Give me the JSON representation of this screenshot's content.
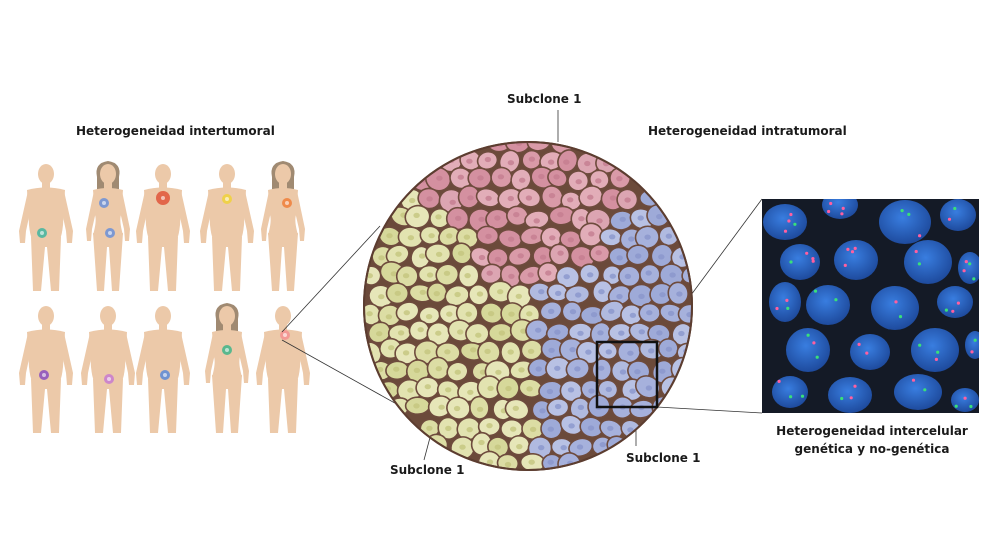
{
  "labels": {
    "intertumoral": "Heterogeneidad intertumoral",
    "intratumoral": "Heterogeneidad intratumoral",
    "subclone_top": "Subclone 1",
    "subclone_bottom_left": "Subclone 1",
    "subclone_bottom_right": "Subclone 1",
    "intercellular_line1": "Heterogeneidad intercelular",
    "intercellular_line2": "genética y no-genética"
  },
  "colors": {
    "skin": "#ecc9a9",
    "hair": "#a08a72",
    "subclone_pink": "#d9a2ae",
    "subclone_yellow": "#dfe0a8",
    "subclone_blue": "#a8b3dc",
    "membrane": "#7a5a4a",
    "micro_bg": "#141a26",
    "nucleus": "#2f6ed4"
  },
  "figures": [
    {
      "row": 1,
      "col": 1,
      "sex": "male",
      "tumor": "#3fb5a0"
    },
    {
      "row": 1,
      "col": 2,
      "sex": "female",
      "tumor": "#6a8fd8"
    },
    {
      "row": 1,
      "col": 3,
      "sex": "male",
      "tumor": "#e0553a"
    },
    {
      "row": 1,
      "col": 4,
      "sex": "male",
      "tumor": "#f0d23a"
    },
    {
      "row": 1,
      "col": 5,
      "sex": "female",
      "tumor": "#f07f3a"
    },
    {
      "row": 2,
      "col": 1,
      "sex": "male",
      "tumor": "#8a4ec0"
    },
    {
      "row": 2,
      "col": 2,
      "sex": "male",
      "tumor": "#c87ad0"
    },
    {
      "row": 2,
      "col": 3,
      "sex": "male",
      "tumor": "#5a8ad8"
    },
    {
      "row": 2,
      "col": 4,
      "sex": "female",
      "tumor": "#3fb58a"
    },
    {
      "row": 2,
      "col": 5,
      "sex": "male",
      "tumor": "#f59090"
    }
  ]
}
